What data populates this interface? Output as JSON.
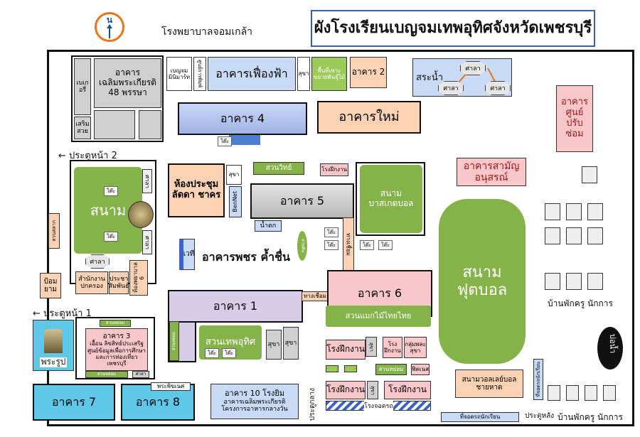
{
  "title": "ผังโรงเรียนเบญจมเทพอุทิศจังหวัดเพชรบุรี",
  "compass": "น",
  "hospital": "โรงพยาบาลจอมเกล้า",
  "gates": {
    "front2": "ประตูหน้า 2",
    "front1": "ประตูหน้า 1",
    "middle": "ประตูกลาง",
    "back": "ประตูหลัง"
  },
  "buildings": {
    "bakery": "เบเกอรี่",
    "beauty": "เสริมสวย",
    "chalerm48_l1": "อาคาร",
    "chalerm48_l2": "เฉลิมพระเกียรติ",
    "chalerm48_l3": "48 พรรษา",
    "minimart_l1": "เบญจม",
    "minimart_l2": "มินิมาร์ท",
    "print": "ศูนย์การพิมพ์",
    "fuengfa": "อาคารเฟื่องฟ้า",
    "restroom": "สุขา",
    "plant_area": "พื้นที่เพาะขยายพันธุ์ไม้",
    "b2": "อาคาร 2",
    "pool": "สระน้ำ",
    "sala": "ศาลา",
    "service_l1": "อาคาร",
    "service_l2": "ศูนย์",
    "service_l3": "ปรับ",
    "service_l4": "ซ่อม",
    "b4": "อาคาร 4",
    "new_bldg": "อาคารใหม่",
    "table": "โต๊ะ",
    "field": "สนาม",
    "meeting_l1": "ห้องประชุม",
    "meeting_l2": "ลัดดา ชาคร",
    "bennet": "BenNet",
    "science_garden": "สวนวิทย์",
    "workshop": "โรงฝึกงาน",
    "b5": "อาคาร 5",
    "basketball_l1": "สนาม",
    "basketball_l2": "บาสเกตบอล",
    "samakkee_l1": "อาคารสามัญ",
    "samakkee_l2": "อนุสรณ์",
    "football_l1": "สนาม",
    "football_l2": "ฟุตบอล",
    "waterfall": "น้ำตก",
    "rock_garden": "สวนหิน",
    "bench": "ม้านั่งหิน",
    "stage": "เวที",
    "petch": "อาคารพชร ค้ำชื่น",
    "walkway": "ทางเชื่อม",
    "b6": "อาคาร 6",
    "ornamental": "สวนแมกไม้ไทยไทย",
    "office_l1": "สำนักงาน",
    "office_l2": "ปกครอง",
    "pr_l1": "ประชา",
    "pr_l2": "สัมพันธ์",
    "room6": "ห้องพยาบาล 6",
    "lottery_garden": "สวนสลาก",
    "guard_l1": "ป้อม",
    "guard_l2": "ยาม",
    "b1": "อาคาร 1",
    "thep_garden": "สวนเทพอุทิศ",
    "b3_l1": "อาคาร 3",
    "b3_l2": "เอื้อน ลิขสิทธ์ประเสริฐ",
    "b3_l3": "ศูนย์ข้อมูลเพื่อการศึกษา",
    "b3_l4": "และการท่องเที่ยวเพชรบุรี",
    "rock_garden2": "สวนหย่อม",
    "statue": "พระรูป",
    "workshop_bldg": "โรงฝึกงาน",
    "workshop_l1": "โรง",
    "workshop_l2": "ฝึกงาน",
    "subject_l1": "กลุ่มพละ",
    "subject_l2": "สุขา",
    "fitness": "ฟิตเนส",
    "volleyball_l1": "สนามวอลเลย์บอล",
    "volleyball_l2": "ชายหาด",
    "b10_l1": "อาคาร 10 โรงยิม",
    "b10_l2": "อาคารเฉลิมพระเกียรติ",
    "b10_l3": "โครงการอาหารกลางวัน",
    "b7": "อาคาร 7",
    "b8": "อาคาร 8",
    "nephew": "พระพิฆเนศ",
    "parking": "โรงจอดรถ",
    "student_parking": "ที่จอดรถนักเรียน",
    "teacher_houses": "บ้านพักครู นักการ",
    "pond": "บ่อน้ำ"
  }
}
